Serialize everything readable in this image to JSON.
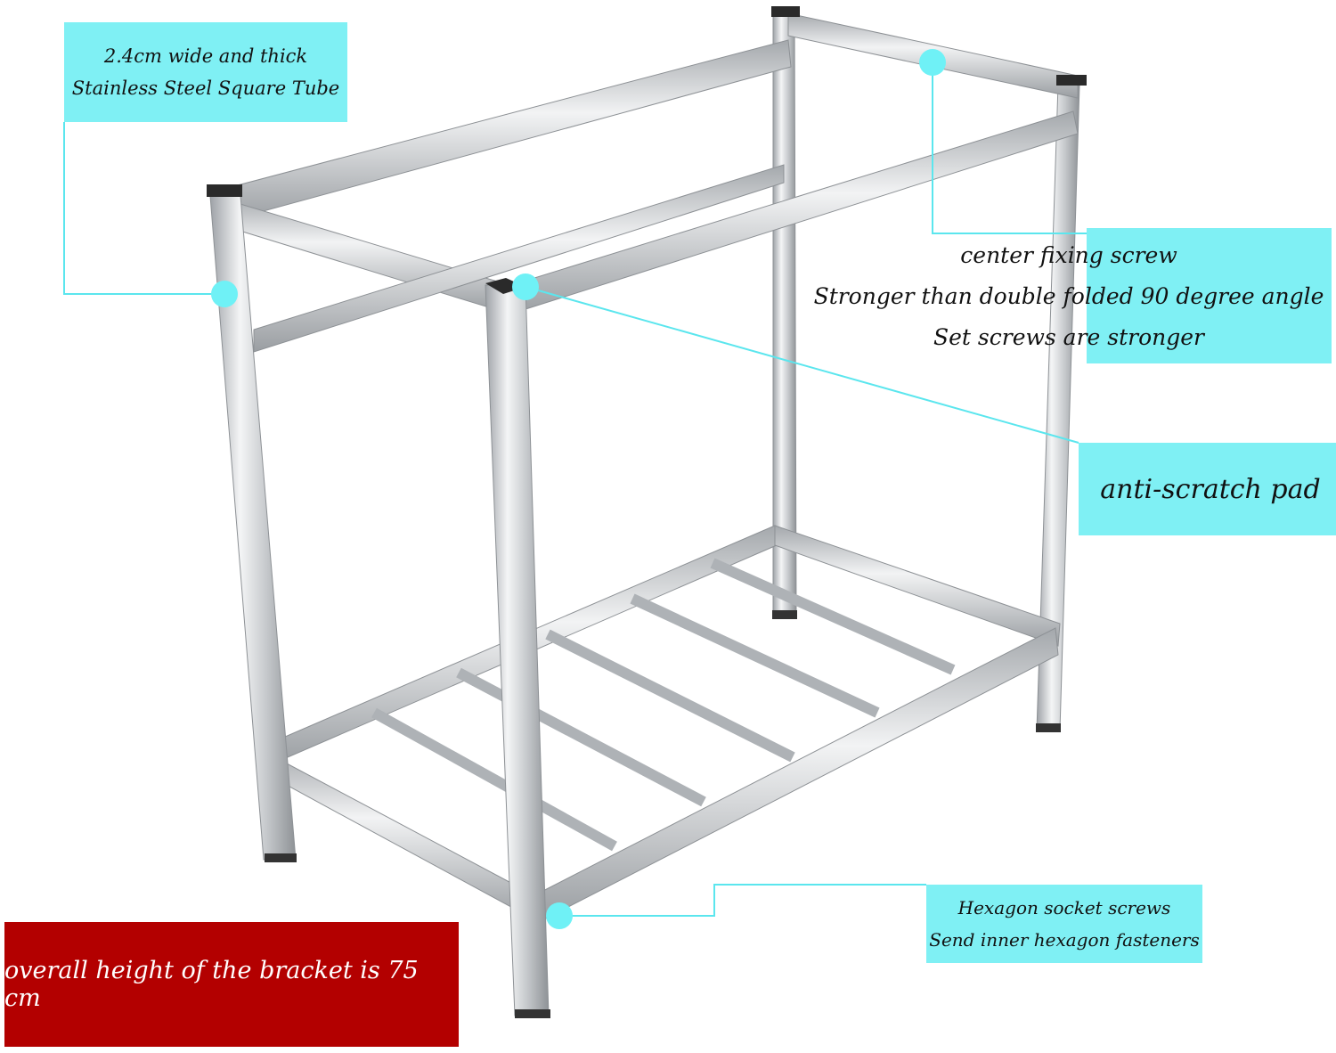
{
  "callouts": {
    "tube": {
      "line1": "2.4cm wide and thick",
      "line2": "Stainless Steel Square Tube"
    },
    "screw": {
      "line1": "center fixing screw",
      "line2": "Stronger than double folded 90 degree angle",
      "line3": "Set screws are stronger"
    },
    "pad": {
      "text": "anti-scratch pad"
    },
    "hex": {
      "line1": "Hexagon socket screws",
      "line2": "Send inner hexagon fasteners"
    },
    "height": {
      "text": "overall height of the bracket is 75 cm"
    }
  },
  "colors": {
    "callout_bg": "#7ff0f4",
    "height_bg": "#b30000",
    "leader": "#5be6ee",
    "steel": "#c9ccd0"
  }
}
